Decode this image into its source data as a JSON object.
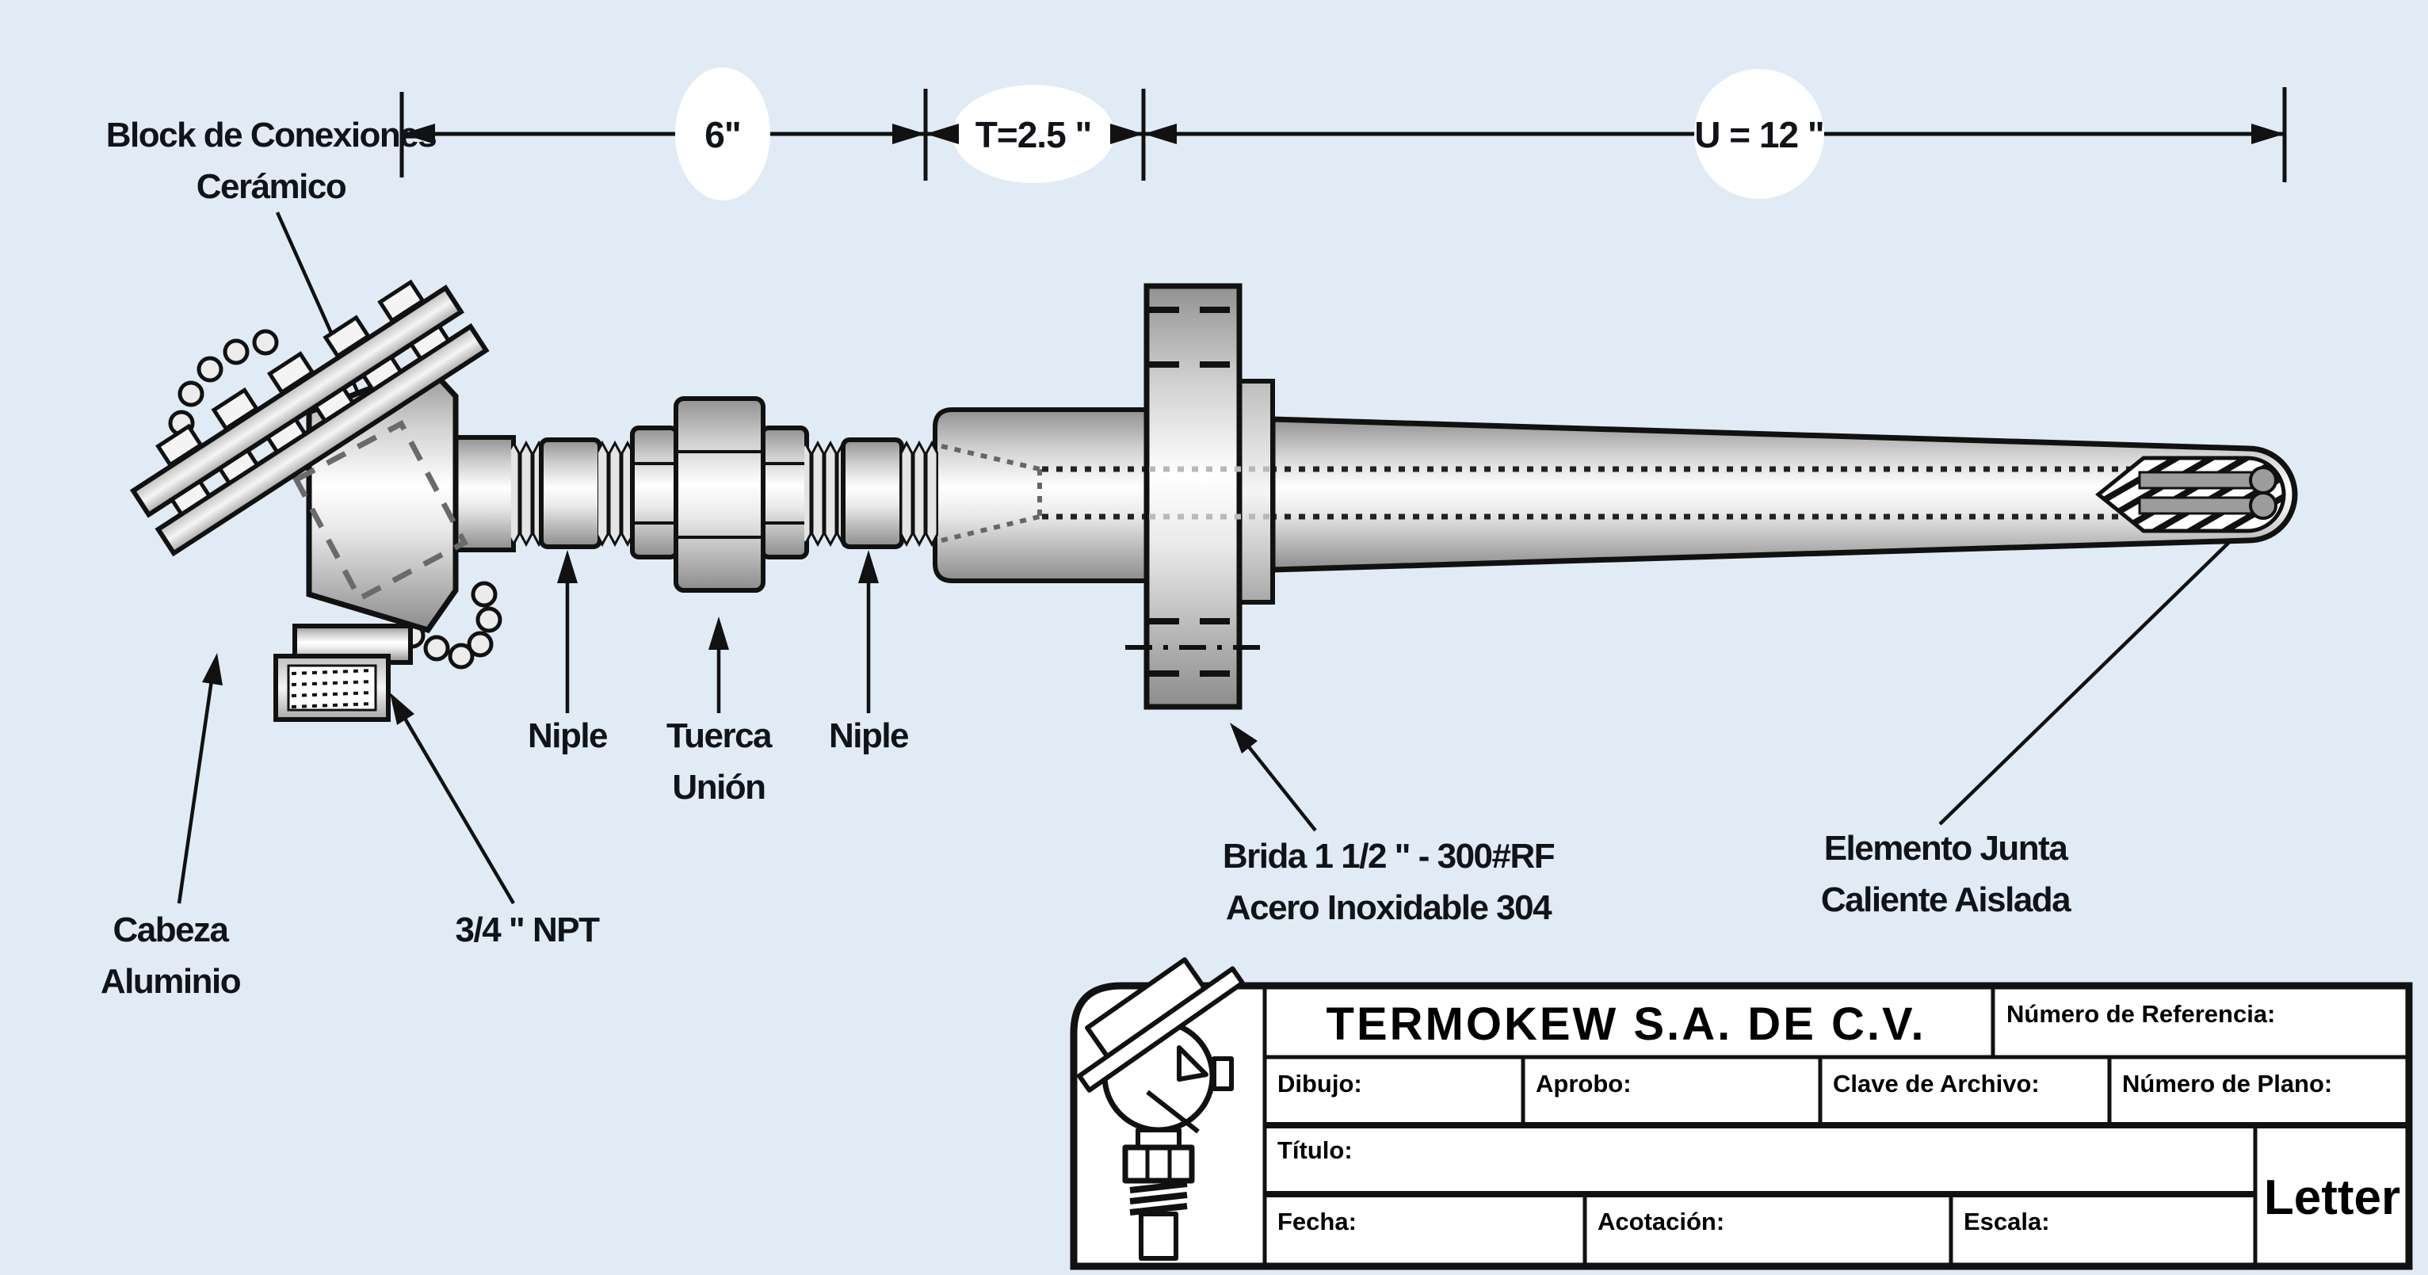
{
  "colors": {
    "background": "#e1ebf5",
    "line": "#111111",
    "metal_light": "#f5f5f5",
    "metal_dark": "#8c8c8c"
  },
  "dimensions": {
    "segment_1": "6\"",
    "segment_2": "T=2.5 \"",
    "segment_3": "U = 12 \""
  },
  "labels": {
    "block_line1": "Block de Conexiones",
    "block_line2": "Cerámico",
    "cabeza_line1": "Cabeza",
    "cabeza_line2": "Aluminio",
    "npt": "3/4 \" NPT",
    "niple_left": "Niple",
    "tuerca_line1": "Tuerca",
    "tuerca_line2": "Unión",
    "niple_right": "Niple",
    "brida_line1": "Brida 1  1/2 \" - 300#RF",
    "brida_line2": "Acero Inoxidable 304",
    "elemento_line1": "Elemento  Junta",
    "elemento_line2": "Caliente  Aislada"
  },
  "title_block": {
    "company": "TERMOKEW S.A. DE C.V.",
    "numero_referencia": "Número de Referencia:",
    "dibujo": "Dibujo:",
    "aprobo": "Aprobo:",
    "clave_archivo": "Clave de Archivo:",
    "numero_plano": "Número de Plano:",
    "titulo": "Título:",
    "fecha": "Fecha:",
    "acotacion": "Acotación:",
    "escala": "Escala:",
    "paper_size": "Letter"
  }
}
